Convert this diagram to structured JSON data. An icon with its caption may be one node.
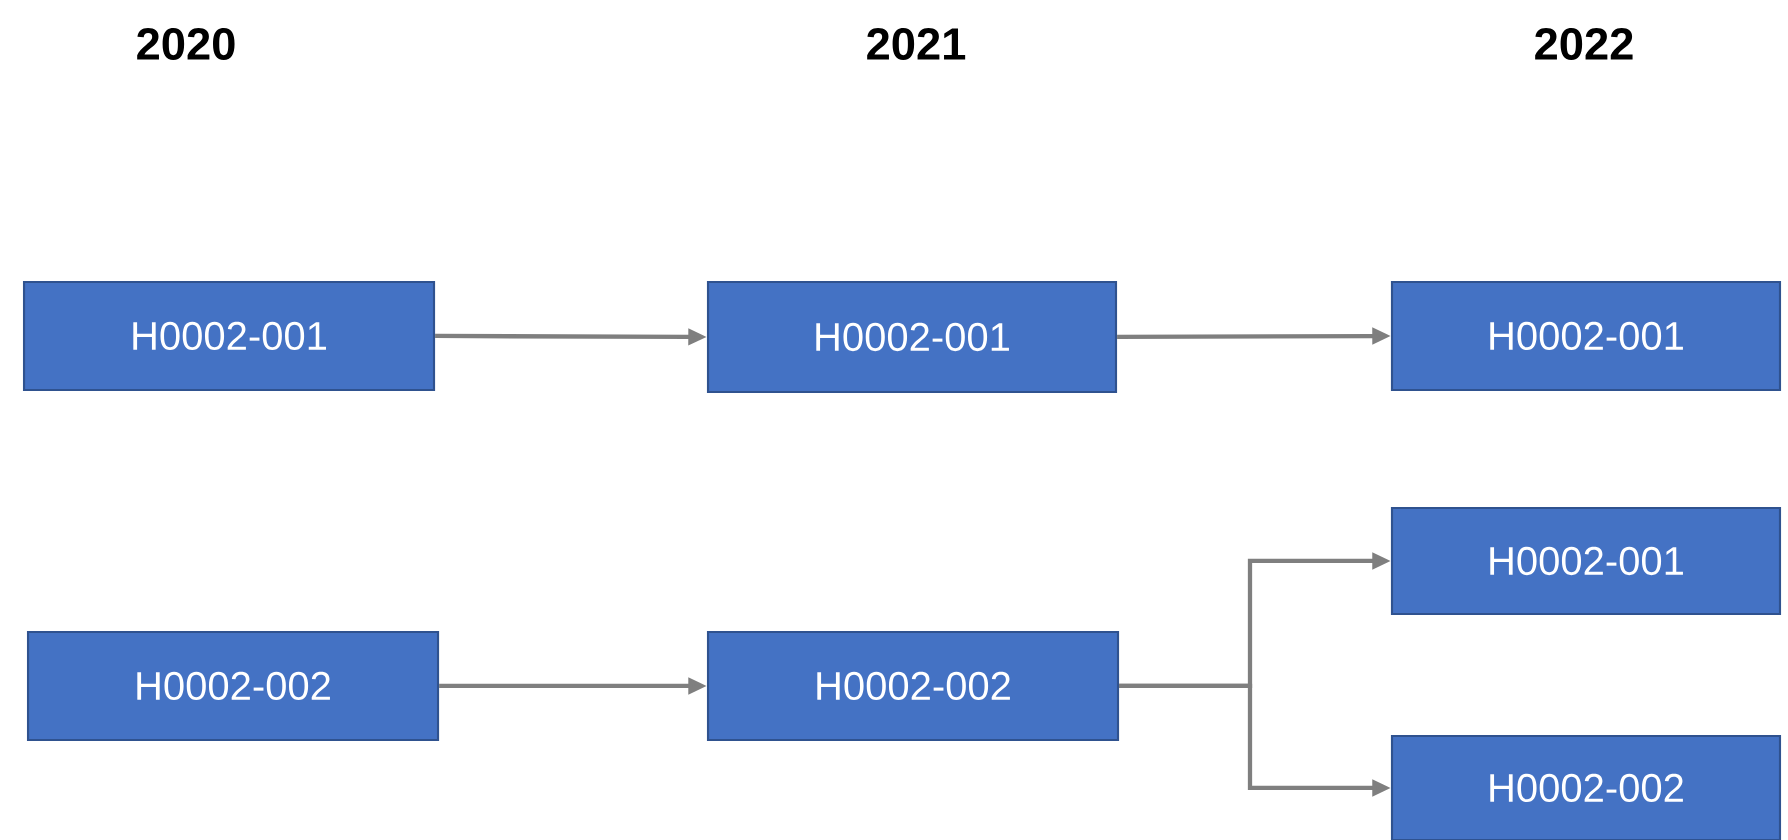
{
  "diagram": {
    "nodes": [
      {
        "text": [
          "H0002-001"
        ]
      },
      {
        "text": [
          "H0002-001"
        ]
      },
      {
        "text": [
          "H0002-001"
        ]
      },
      {
        "text": [
          "H0002-002"
        ]
      },
      {
        "text": [
          "H0002-002"
        ]
      },
      {
        "text": [
          "H0002-001"
        ]
      },
      {
        "text": [
          "H0002-002"
        ]
      }
    ],
    "edges": [
      {
        "from": 0,
        "to": 1,
        "arrow": "to"
      },
      {
        "from": 1,
        "to": 2,
        "arrow": "to"
      },
      {
        "from": 3,
        "to": 4,
        "arrow": "to"
      },
      {
        "from": 4,
        "to": 5,
        "arrow": "to"
      },
      {
        "from": 4,
        "to": 6,
        "arrow": "to"
      }
    ],
    "labels": [
      "2020",
      "2021",
      "2022"
    ]
  }
}
